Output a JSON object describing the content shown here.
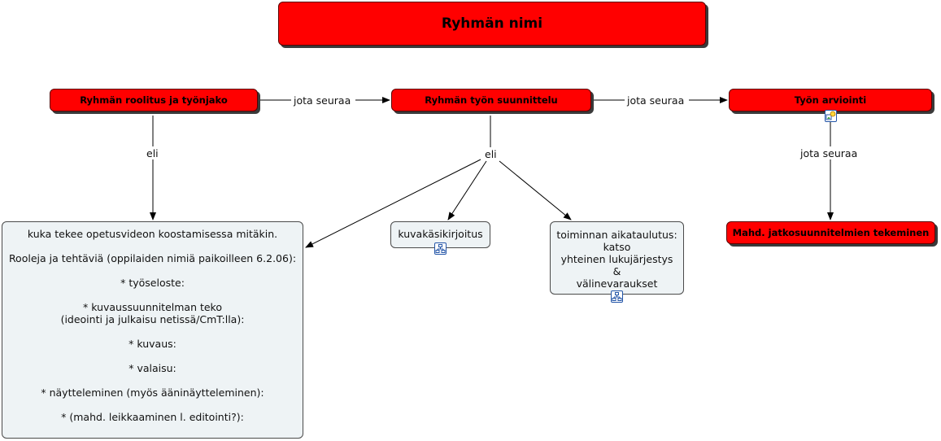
{
  "nodes": {
    "title": "Ryhmän nimi",
    "roles": "Ryhmän roolitus ja työnjako",
    "planning": "Ryhmän työn suunnittelu",
    "evaluation": "Työn arviointi",
    "followup": "Mahd. jatkosuunnitelmien tekeminen",
    "who_does": "kuka tekee opetusvideon koostamisessa mitäkin.\n\nRooleja ja tehtäviä (oppilaiden nimiä paikoilleen 6.2.06):\n\n* työseloste:\n\n* kuvaussuunnitelman teko\n(ideointi ja julkaisu netissä/CmT:lla):\n\n* kuvaus:\n\n* valaisu:\n\n* näytteleminen (myös ääninäytteleminen):\n\n* (mahd. leikkaaminen l. editointi?):",
    "storyboard": "kuvakäsikirjoitus",
    "schedule": "toiminnan aikataulutus:\nkatso\nyhteinen lukujärjestys\n&\nvälinevaraukset"
  },
  "links": {
    "roles_to_planning": "jota seuraa",
    "planning_to_evaluation": "jota seuraa",
    "roles_eli": "eli",
    "planning_eli": "eli",
    "evaluation_to_followup": "jota seuraa"
  },
  "colors": {
    "concept_fill": "#ff0000",
    "note_fill": "#eef3f5",
    "line": "#000000"
  },
  "icons": [
    "concept-map-resource-icon",
    "image-resource-icon"
  ]
}
